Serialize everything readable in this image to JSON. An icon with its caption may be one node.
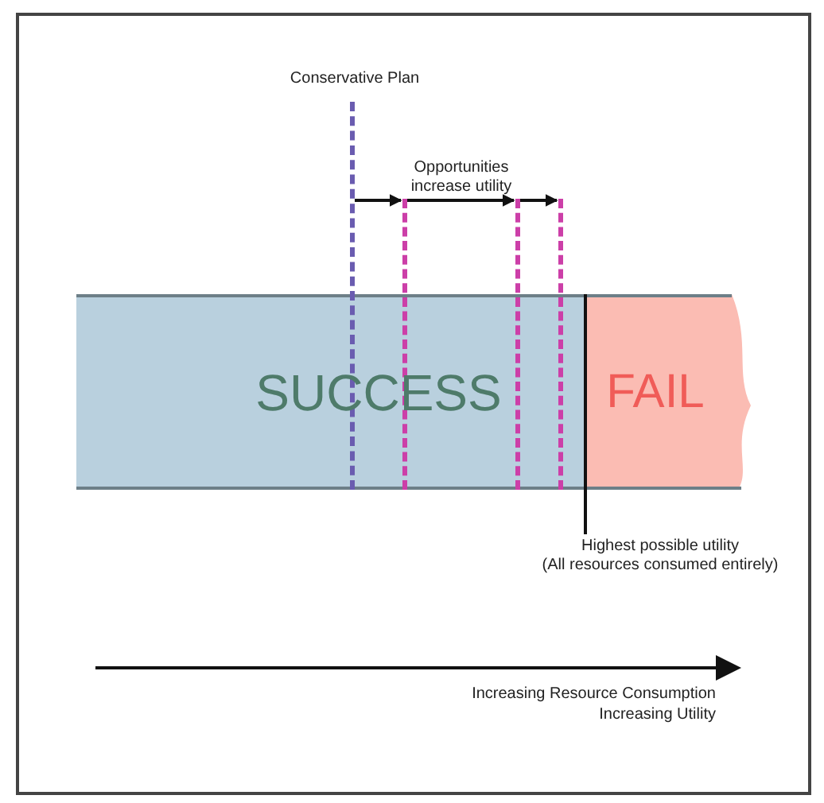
{
  "diagram": {
    "nodes": [
      {
        "text": [
          "SUCCESS"
        ]
      },
      {
        "text": [
          "FAIL"
        ]
      },
      {
        "text": [],
        "shape": "line",
        "beside": [
          "Conservative Plan"
        ]
      },
      {
        "text": [],
        "shape": "line"
      },
      {
        "text": [],
        "shape": "line"
      },
      {
        "text": [],
        "shape": "line"
      },
      {
        "text": [
          "Opportunities increase utility"
        ]
      },
      {
        "text": [
          "Highest possible utility",
          "(All resources consumed entirely)"
        ]
      }
    ],
    "edges": [
      {
        "from": 2,
        "to": 3,
        "arrow": "to"
      },
      {
        "from": 3,
        "to": 4,
        "arrow": "to"
      },
      {
        "from": 4,
        "to": 5,
        "arrow": "to"
      },
      {
        "from": 7,
        "to": 1,
        "arrow": "none"
      }
    ],
    "labels": [
      "Increasing Resource Consumption",
      "Increasing Utility"
    ]
  }
}
